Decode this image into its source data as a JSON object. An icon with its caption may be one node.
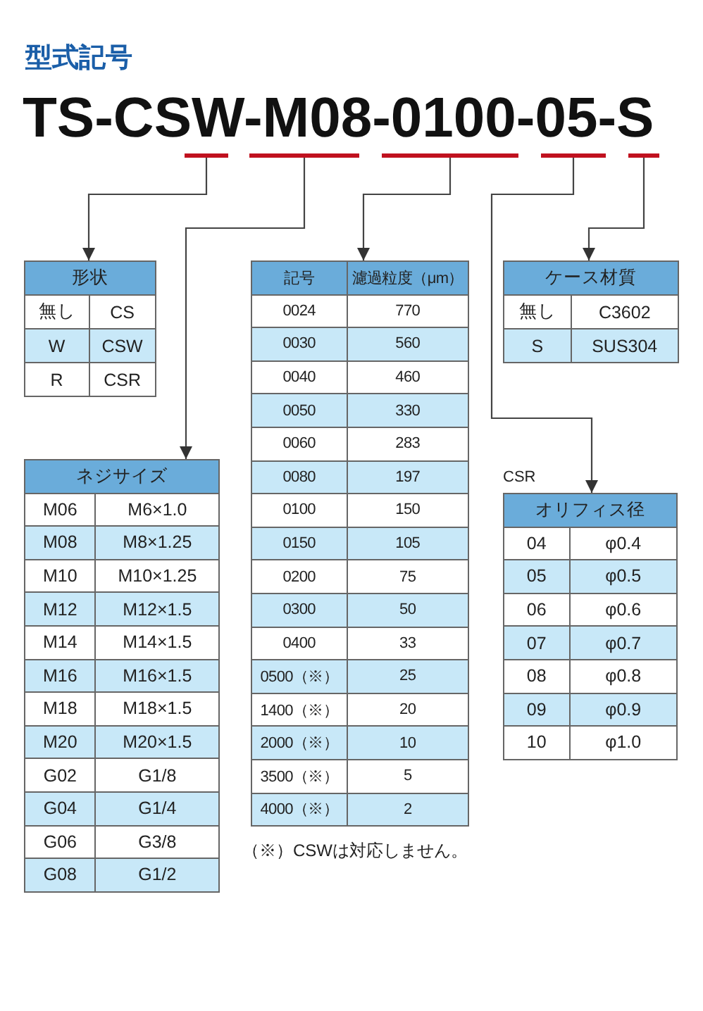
{
  "diagram": {
    "title": "型式記号",
    "nodes": [
      {
        "text": [
          "TS-CSW-M08-0100-05-S"
        ]
      },
      {
        "text": [],
        "shape": "bar"
      },
      {
        "text": [],
        "shape": "bar"
      },
      {
        "text": [],
        "shape": "bar"
      },
      {
        "text": [],
        "shape": "bar"
      },
      {
        "text": [],
        "shape": "bar"
      },
      {
        "text": [
          "形状",
          "無し",
          "CS",
          "W",
          "CSW",
          "R",
          "CSR"
        ]
      },
      {
        "text": [
          "記号",
          "濾過粒度（μm）",
          "0024",
          "770",
          "0030",
          "560",
          "0040",
          "460",
          "0050",
          "330",
          "0060",
          "283",
          "0080",
          "197",
          "0100",
          "150",
          "0150",
          "105",
          "0200",
          "75",
          "0300",
          "50",
          "0400",
          "33",
          "0500（※）",
          "25",
          "1400（※）",
          "20",
          "2000（※）",
          "10",
          "3500（※）",
          "5",
          "4000（※）",
          "2"
        ]
      },
      {
        "text": [
          "ケース材質",
          "無し",
          "C3602",
          "S",
          "SUS304"
        ]
      },
      {
        "text": [
          "ネジサイズ",
          "M06",
          "M6×1.0",
          "M08",
          "M8×1.25",
          "M10",
          "M10×1.25",
          "M12",
          "M12×1.5",
          "M14",
          "M14×1.5",
          "M16",
          "M16×1.5",
          "M18",
          "M18×1.5",
          "M20",
          "M20×1.5",
          "G02",
          "G1/8",
          "G04",
          "G1/4",
          "G06",
          "G3/8",
          "G08",
          "G1/2"
        ]
      },
      {
        "text": [
          "オリフィス径",
          "04",
          "φ0.4",
          "05",
          "φ0.5",
          "06",
          "φ0.6",
          "07",
          "φ0.7",
          "08",
          "φ0.8",
          "09",
          "φ0.9",
          "10",
          "φ1.0"
        ],
        "beside": [
          "CSR"
        ]
      }
    ],
    "edges": [
      {
        "from": 1,
        "to": 6,
        "arrow": "to"
      },
      {
        "from": 2,
        "to": 9,
        "arrow": "to"
      },
      {
        "from": 3,
        "to": 7,
        "arrow": "to"
      },
      {
        "from": 4,
        "to": 10,
        "arrow": "to"
      },
      {
        "from": 5,
        "to": 8,
        "arrow": "to"
      }
    ],
    "labels": [
      "（※）CSWは対応しません。"
    ]
  }
}
